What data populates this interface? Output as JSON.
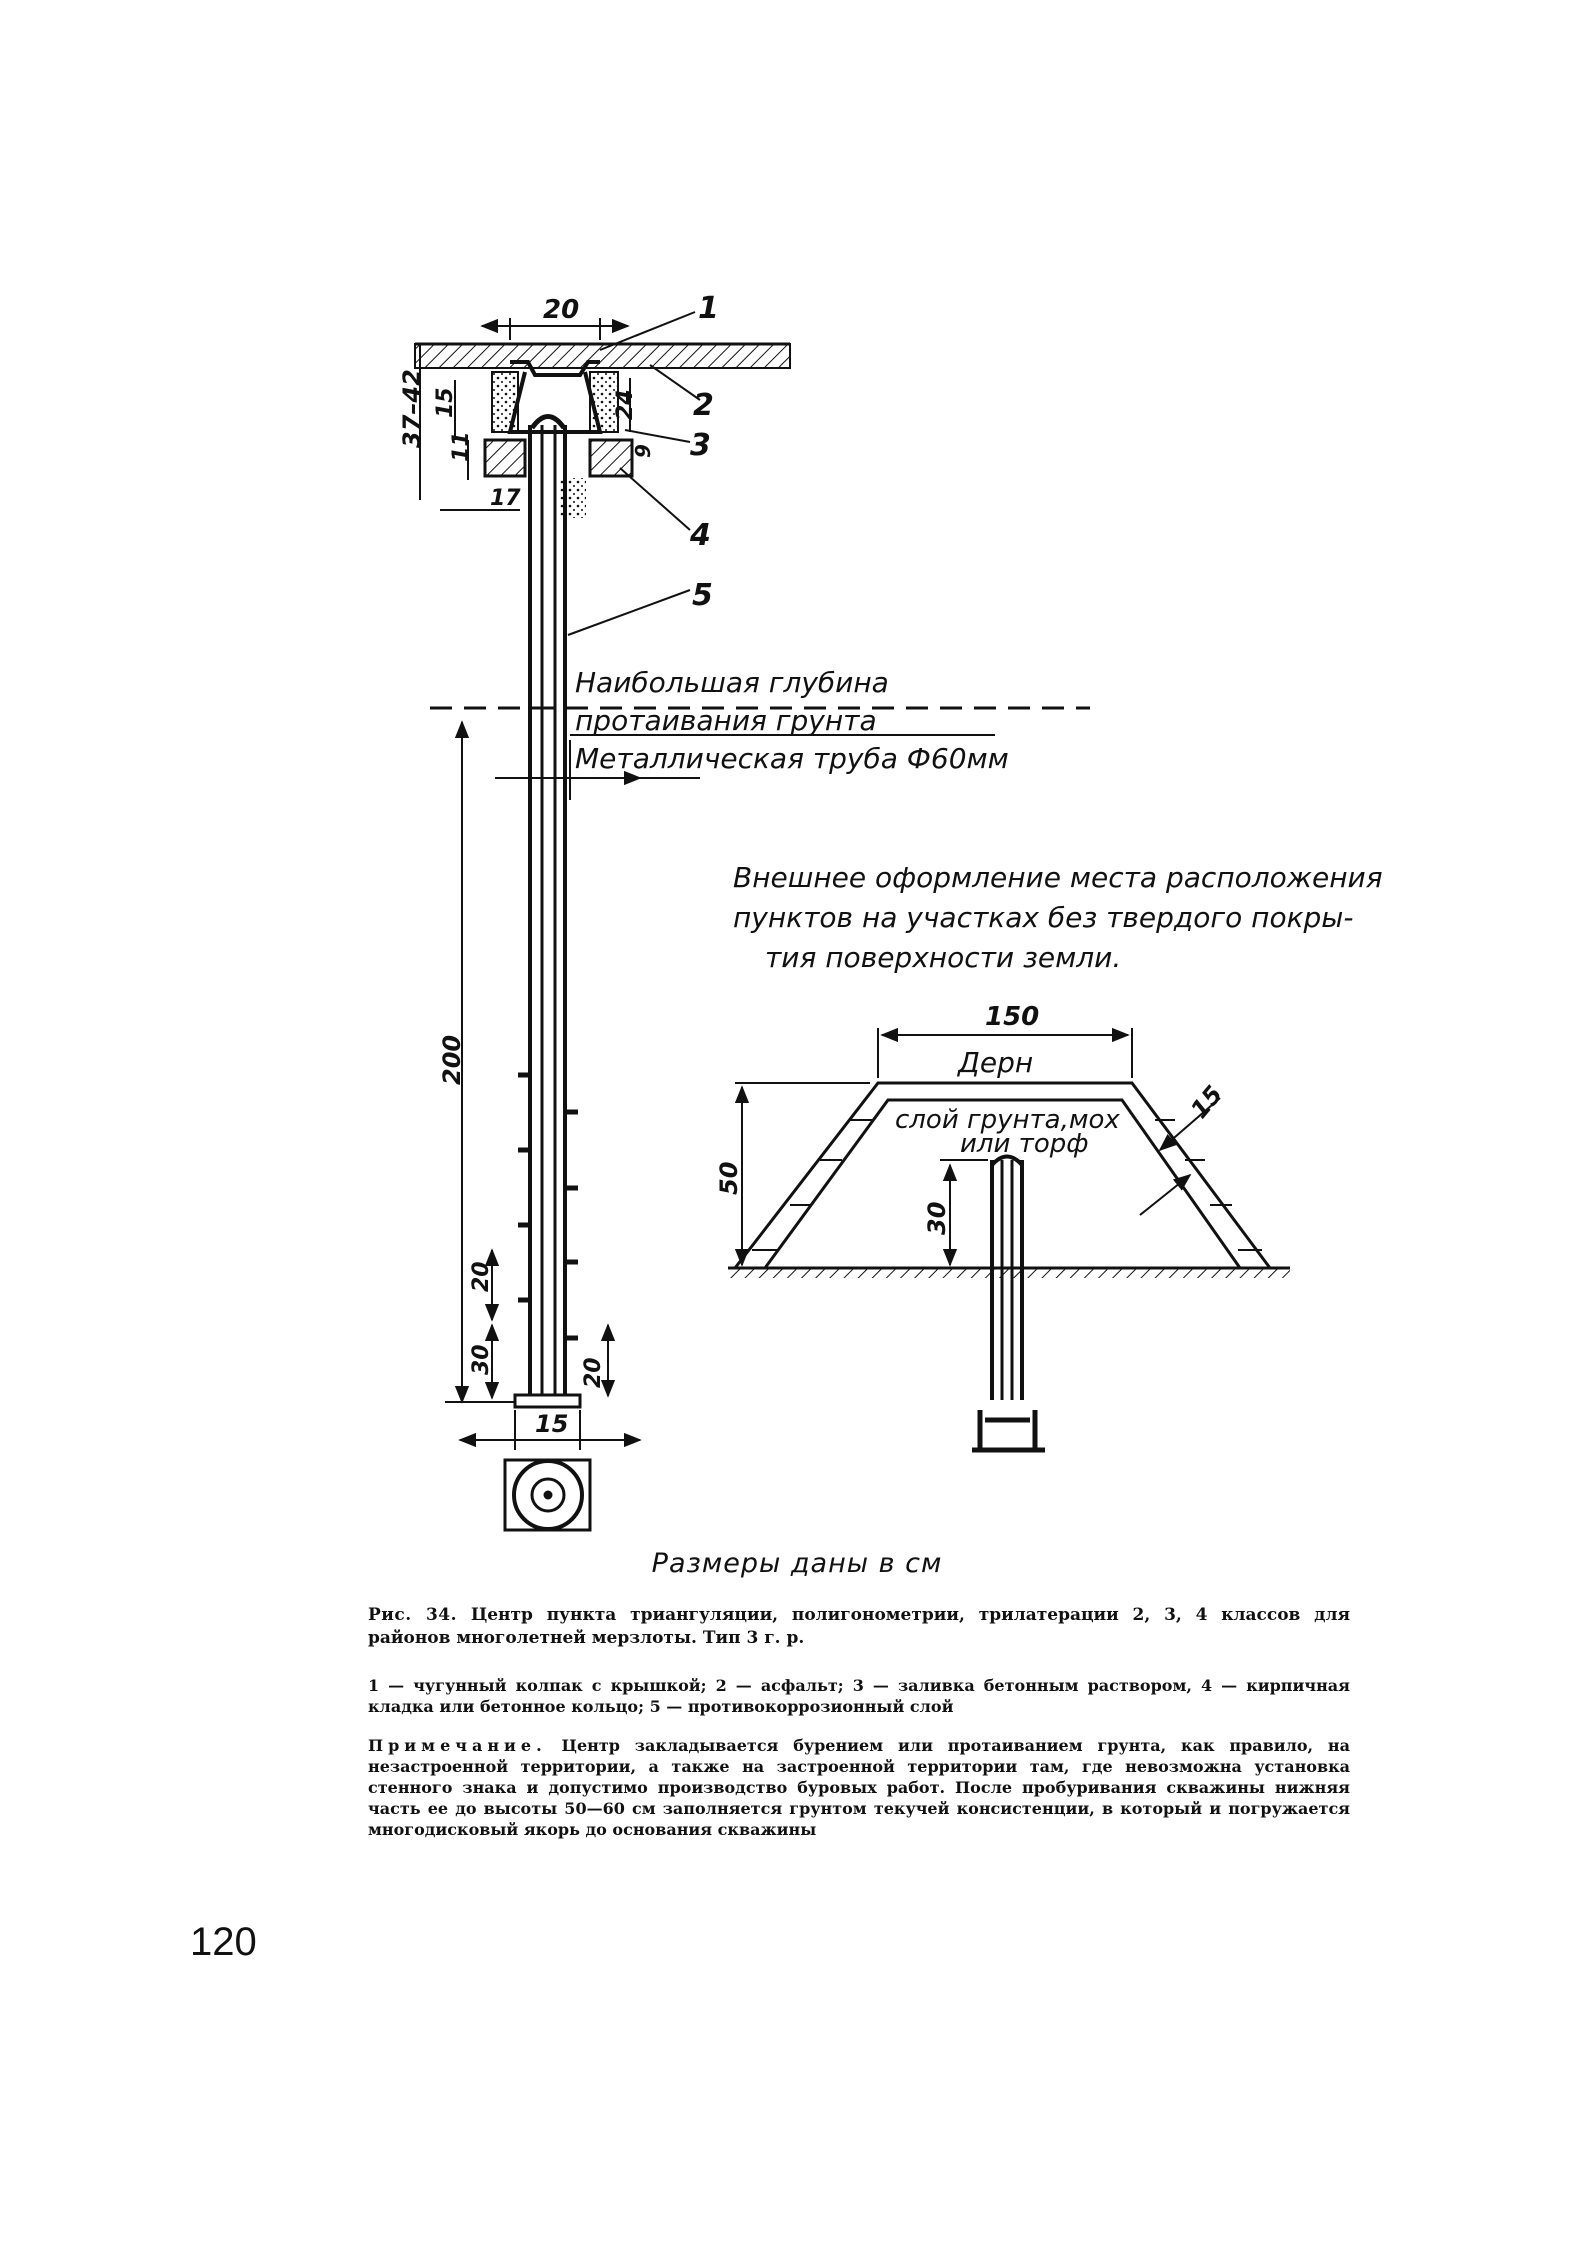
{
  "drawing": {
    "dims": {
      "d20_top": "20",
      "d37_42": "37–42",
      "d15_left": "15",
      "d11": "11",
      "d17": "17",
      "d24": "24",
      "d9": "9",
      "d200": "200",
      "d20_mid": "20",
      "d30": "30",
      "d20_right": "20",
      "d15_bottom": "15"
    },
    "callouts": [
      "1",
      "2",
      "3",
      "4",
      "5"
    ],
    "annotations": {
      "depth_line1": "Наибольшая глубина",
      "depth_line2": "протаивания грунта",
      "pipe": "Металлическая труба Ф60мм"
    },
    "exterior": {
      "title_line1": "Внешнее оформление места расположения",
      "title_line2": "пунктов на участках без твердого покры-",
      "title_line3": "тия поверхности земли.",
      "width": "150",
      "turf": "Дерн",
      "layer_line1": "слой грунта,мох",
      "layer_line2": "или торф",
      "height": "50",
      "thickness": "15",
      "depth": "30"
    }
  },
  "units_note": "Размеры даны в см",
  "caption": {
    "number": "Рис. 34.",
    "text": "Центр пункта триангуляции, полигонометрии, трилатерации 2, 3, 4 классов для районов многолетней мерзлоты. Тип 3 г. р."
  },
  "legend": "1 — чугунный колпак с крышкой; 2 — асфальт; 3 — заливка бетонным раствором, 4 — кирпичная кладка или бетонное кольцо; 5 — противокоррозионный слой",
  "note": {
    "heading": "Примечание.",
    "text": "Центр закладывается бурением или протаиванием грунта, как правило, на незастроенной территории, а также на застроенной территории там, где невозможна установка стенного знака и допустимо производство буровых работ. После пробуривания скважины нижняя часть ее до высоты 50—60 см заполняется грунтом текучей консистенции, в который и погружается многодисковый якорь до основания скважины"
  },
  "page_number": "120"
}
